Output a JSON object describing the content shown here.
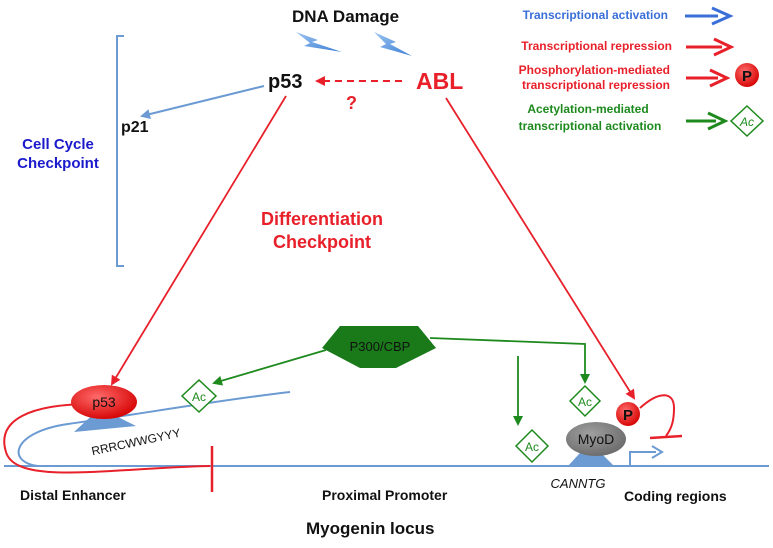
{
  "top": {
    "title": "DNA Damage",
    "p53": "p53",
    "abl": "ABL",
    "question": "?",
    "p21": "p21"
  },
  "left_bracket": {
    "line1": "Cell Cycle",
    "line2": "Checkpoint"
  },
  "center": {
    "line1": "Differentiation",
    "line2": "Checkpoint"
  },
  "legend": {
    "activation": "Transcriptional activation",
    "repression": "Transcriptional repression",
    "phospho_line1": "Phosphorylation-mediated",
    "phospho_line2": "transcriptional repression",
    "acetyl_line1": "Acetylation-mediated",
    "acetyl_line2": "transcriptional activation",
    "p_symbol": "P",
    "ac_symbol": "Ac"
  },
  "locus": {
    "p300": "P300/CBP",
    "p53_oval": "p53",
    "motif": "RRRCWWGYYY",
    "myod": "MyoD",
    "p_symbol": "P",
    "ac_symbol": "Ac",
    "cantng": "CANNTG",
    "distal": "Distal Enhancer",
    "proximal": "Proximal Promoter",
    "coding": "Coding regions",
    "locus_title": "Myogenin locus"
  },
  "colors": {
    "blue": "#3a6fd8",
    "red": "#e8202a",
    "green": "#1e8a1e",
    "dark_green": "#1a7a1a",
    "navy": "#1a1acc",
    "steel": "#6b9bd2"
  }
}
